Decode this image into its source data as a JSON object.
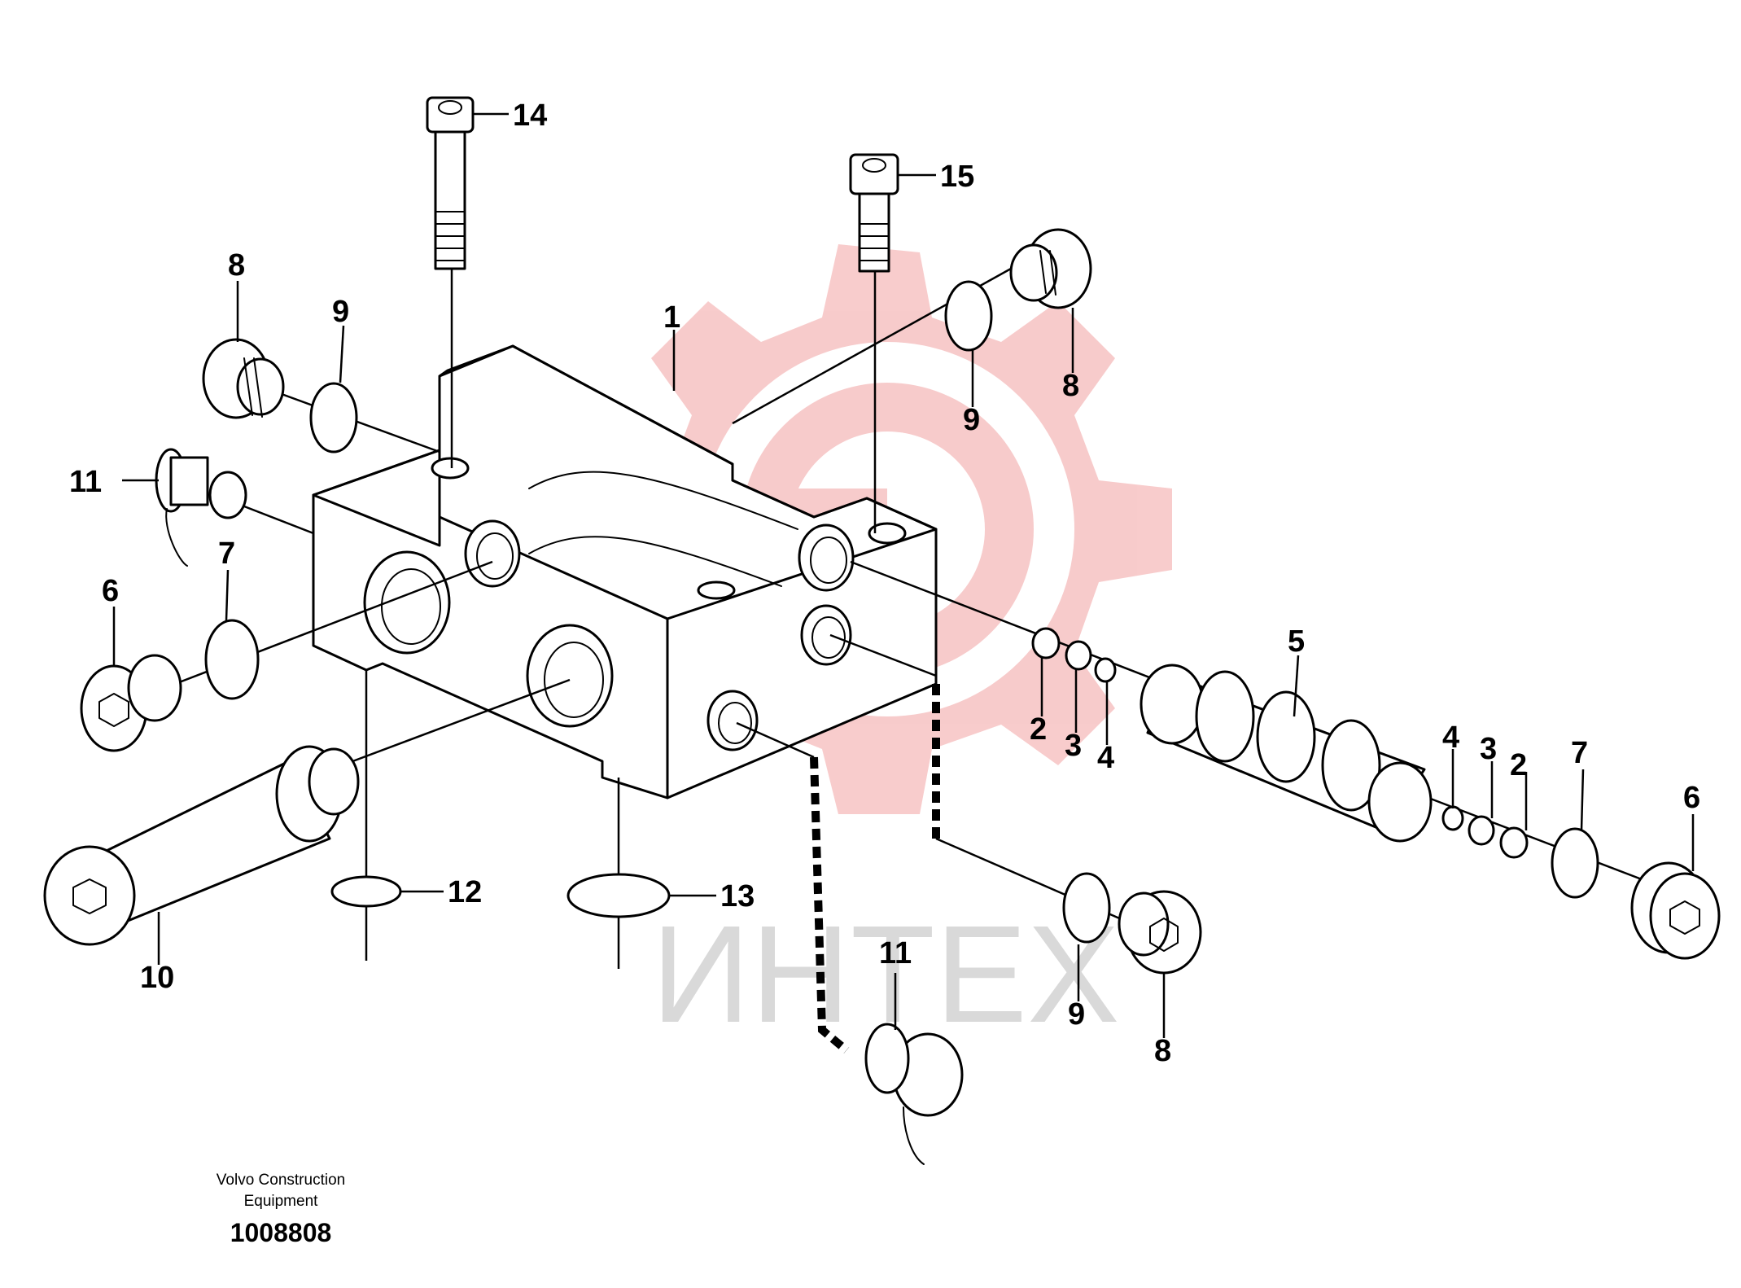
{
  "diagram": {
    "callouts": [
      "1",
      "2",
      "3",
      "4",
      "5",
      "6",
      "7",
      "8",
      "9",
      "10",
      "11",
      "12",
      "13",
      "14",
      "15"
    ],
    "watermark": {
      "text": "ИНТЕХ",
      "gear_color": "#f7c6c6",
      "text_color": "#d9d9d9"
    },
    "footer": {
      "company_line1": "Volvo Construction",
      "company_line2": "Equipment",
      "drawing_number": "1008808"
    }
  }
}
